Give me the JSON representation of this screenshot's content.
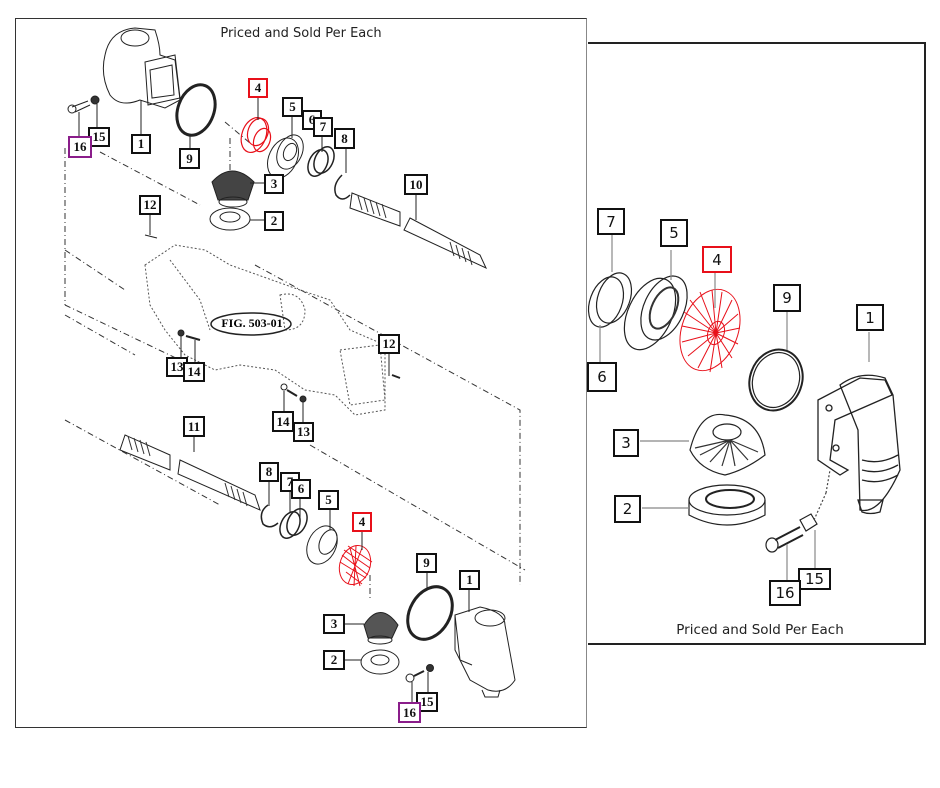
{
  "colors": {
    "highlight_red": "#e8101a",
    "highlight_purple": "#8a1d8a",
    "line": "#111111"
  },
  "left_panel": {
    "caption": "Priced and Sold Per Each",
    "figure_label": "FIG. 503-01",
    "callouts": {
      "top_1": "1",
      "top_2": "2",
      "top_3": "3",
      "top_4": "4",
      "top_5": "5",
      "top_6": "6",
      "top_7": "7",
      "top_8": "8",
      "top_9": "9",
      "top_10": "10",
      "top_12": "12",
      "top_15": "15",
      "top_16": "16",
      "mid_12": "12",
      "mid_13a": "13",
      "mid_14a": "14",
      "mid_14b": "14",
      "mid_13b": "13",
      "bot_11": "11",
      "bot_8": "8",
      "bot_7": "7",
      "bot_6": "6",
      "bot_5": "5",
      "bot_4": "4",
      "bot_9": "9",
      "bot_1": "1",
      "bot_3": "3",
      "bot_2": "2",
      "bot_16": "16",
      "bot_15": "15"
    }
  },
  "right_panel": {
    "caption": "Priced and Sold Per Each",
    "callouts": {
      "c7": "7",
      "c5": "5",
      "c4": "4",
      "c9": "9",
      "c1": "1",
      "c6": "6",
      "c3": "3",
      "c2": "2",
      "c15": "15",
      "c16": "16"
    }
  }
}
